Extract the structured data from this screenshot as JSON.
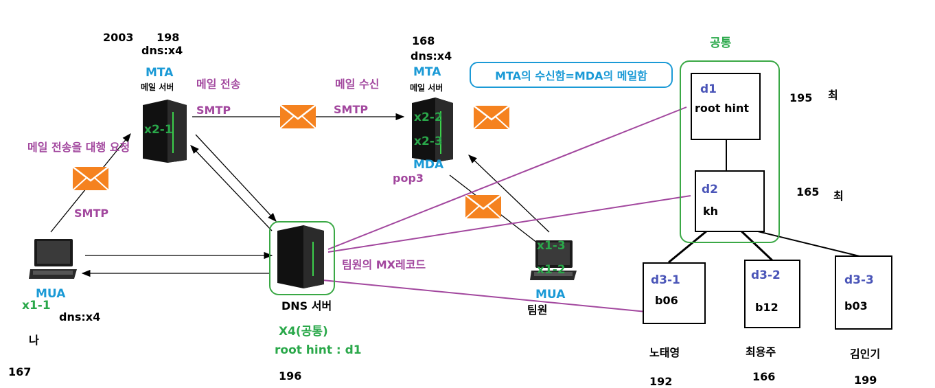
{
  "nodes": {
    "my_pc": {
      "role": "MUA",
      "id": "x1-1",
      "dns": "dns:x4",
      "owner": "나",
      "score": "167"
    },
    "mta1": {
      "top_left": "2003",
      "top_right": "198",
      "dns": "dns:x4",
      "role": "MTA",
      "label": "메일 서버",
      "id": "x2-1"
    },
    "mta2": {
      "top": "168",
      "dns": "dns:x4",
      "role": "MTA",
      "label": "메일 서버",
      "id_a": "x2-2",
      "id_b": "x2-3",
      "role2": "MDA",
      "proto": "pop3"
    },
    "team_pc": {
      "id_a": "x1-3",
      "id_b": "x1-2",
      "role": "MUA",
      "owner": "팀원"
    },
    "dns_server": {
      "label": "DNS 서버",
      "zone": "X4(공통)",
      "hint": "root hint : d1",
      "score": "196",
      "mx": "팀원의 MX레코드"
    }
  },
  "edges": {
    "send": "메일 전송",
    "receive": "메일 수신",
    "smtp_a": "SMTP",
    "smtp_b": "SMTP",
    "smtp_c": "SMTP",
    "relay_request": "메일 전송을 대행 요청"
  },
  "callout": "MTA의 수신함=MDA의 메일함",
  "tree": {
    "group_label": "공통",
    "d1": {
      "name": "d1",
      "text": "root hint",
      "score": "195",
      "mark": "최"
    },
    "d2": {
      "name": "d2",
      "text": "kh",
      "score": "165",
      "mark": "최"
    },
    "d3_1": {
      "name": "d3-1",
      "text": "b06",
      "person": "노태영",
      "score": "192"
    },
    "d3_2": {
      "name": "d3-2",
      "text": "b12",
      "person": "최용주",
      "score": "166"
    },
    "d3_3": {
      "name": "d3-3",
      "text": "b03",
      "person": "김인기",
      "score": "199"
    }
  },
  "colors": {
    "blue": "#1b9ad6",
    "green": "#2aa84a",
    "purple": "#a2479e",
    "navy": "#4a55b8",
    "envelope": "#f5821f"
  },
  "icons": [
    "laptop-icon",
    "server-icon",
    "envelope-icon"
  ]
}
